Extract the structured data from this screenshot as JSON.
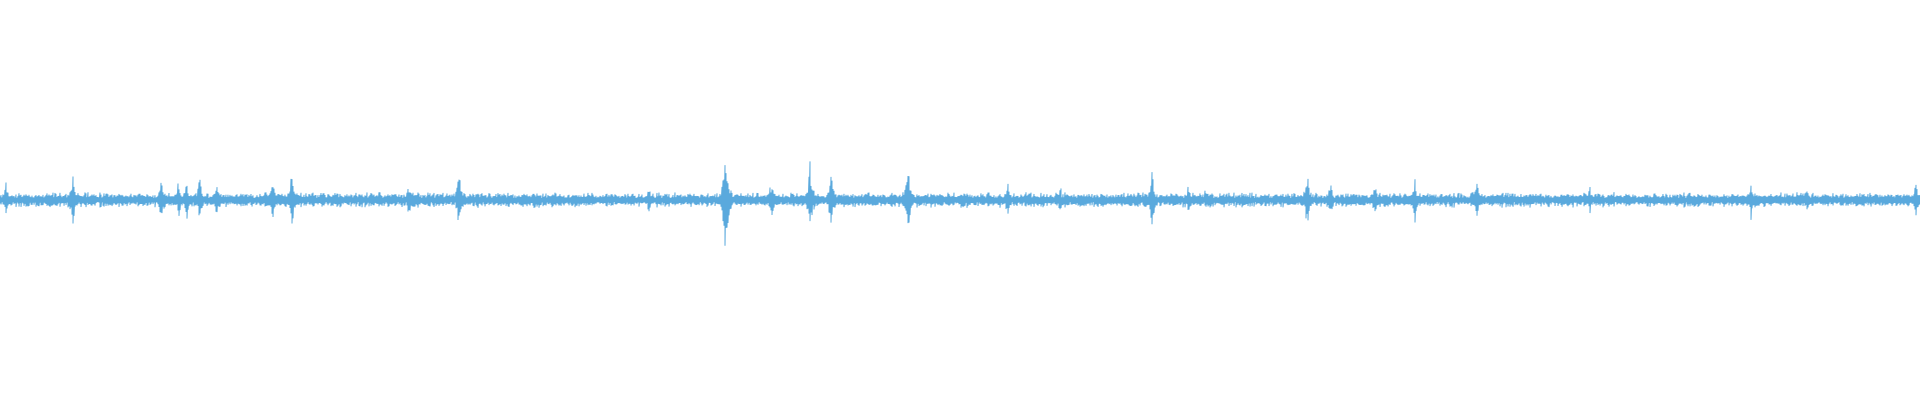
{
  "waveform": {
    "color": "#5aa9dd",
    "background": "#ffffff",
    "baseline_amplitude": 0.04,
    "peaks": [
      {
        "time": 0.003,
        "amplitude": 0.11
      },
      {
        "time": 0.038,
        "amplitude": 0.19
      },
      {
        "time": 0.084,
        "amplitude": 0.14
      },
      {
        "time": 0.093,
        "amplitude": 0.12
      },
      {
        "time": 0.097,
        "amplitude": 0.13
      },
      {
        "time": 0.104,
        "amplitude": 0.17
      },
      {
        "time": 0.113,
        "amplitude": 0.12
      },
      {
        "time": 0.142,
        "amplitude": 0.15
      },
      {
        "time": 0.152,
        "amplitude": 0.18
      },
      {
        "time": 0.213,
        "amplitude": 0.1
      },
      {
        "time": 0.239,
        "amplitude": 0.18
      },
      {
        "time": 0.278,
        "amplitude": 0.08
      },
      {
        "time": 0.338,
        "amplitude": 0.08
      },
      {
        "time": 0.378,
        "amplitude": 0.42
      },
      {
        "time": 0.402,
        "amplitude": 0.14
      },
      {
        "time": 0.422,
        "amplitude": 0.22
      },
      {
        "time": 0.433,
        "amplitude": 0.2
      },
      {
        "time": 0.473,
        "amplitude": 0.2
      },
      {
        "time": 0.525,
        "amplitude": 0.11
      },
      {
        "time": 0.552,
        "amplitude": 0.1
      },
      {
        "time": 0.6,
        "amplitude": 0.19
      },
      {
        "time": 0.619,
        "amplitude": 0.1
      },
      {
        "time": 0.628,
        "amplitude": 0.08
      },
      {
        "time": 0.681,
        "amplitude": 0.19
      },
      {
        "time": 0.693,
        "amplitude": 0.12
      },
      {
        "time": 0.716,
        "amplitude": 0.1
      },
      {
        "time": 0.737,
        "amplitude": 0.12
      },
      {
        "time": 0.769,
        "amplitude": 0.14
      },
      {
        "time": 0.828,
        "amplitude": 0.08
      },
      {
        "time": 0.912,
        "amplitude": 0.12
      },
      {
        "time": 0.941,
        "amplitude": 0.09
      },
      {
        "time": 0.998,
        "amplitude": 0.1
      }
    ]
  }
}
